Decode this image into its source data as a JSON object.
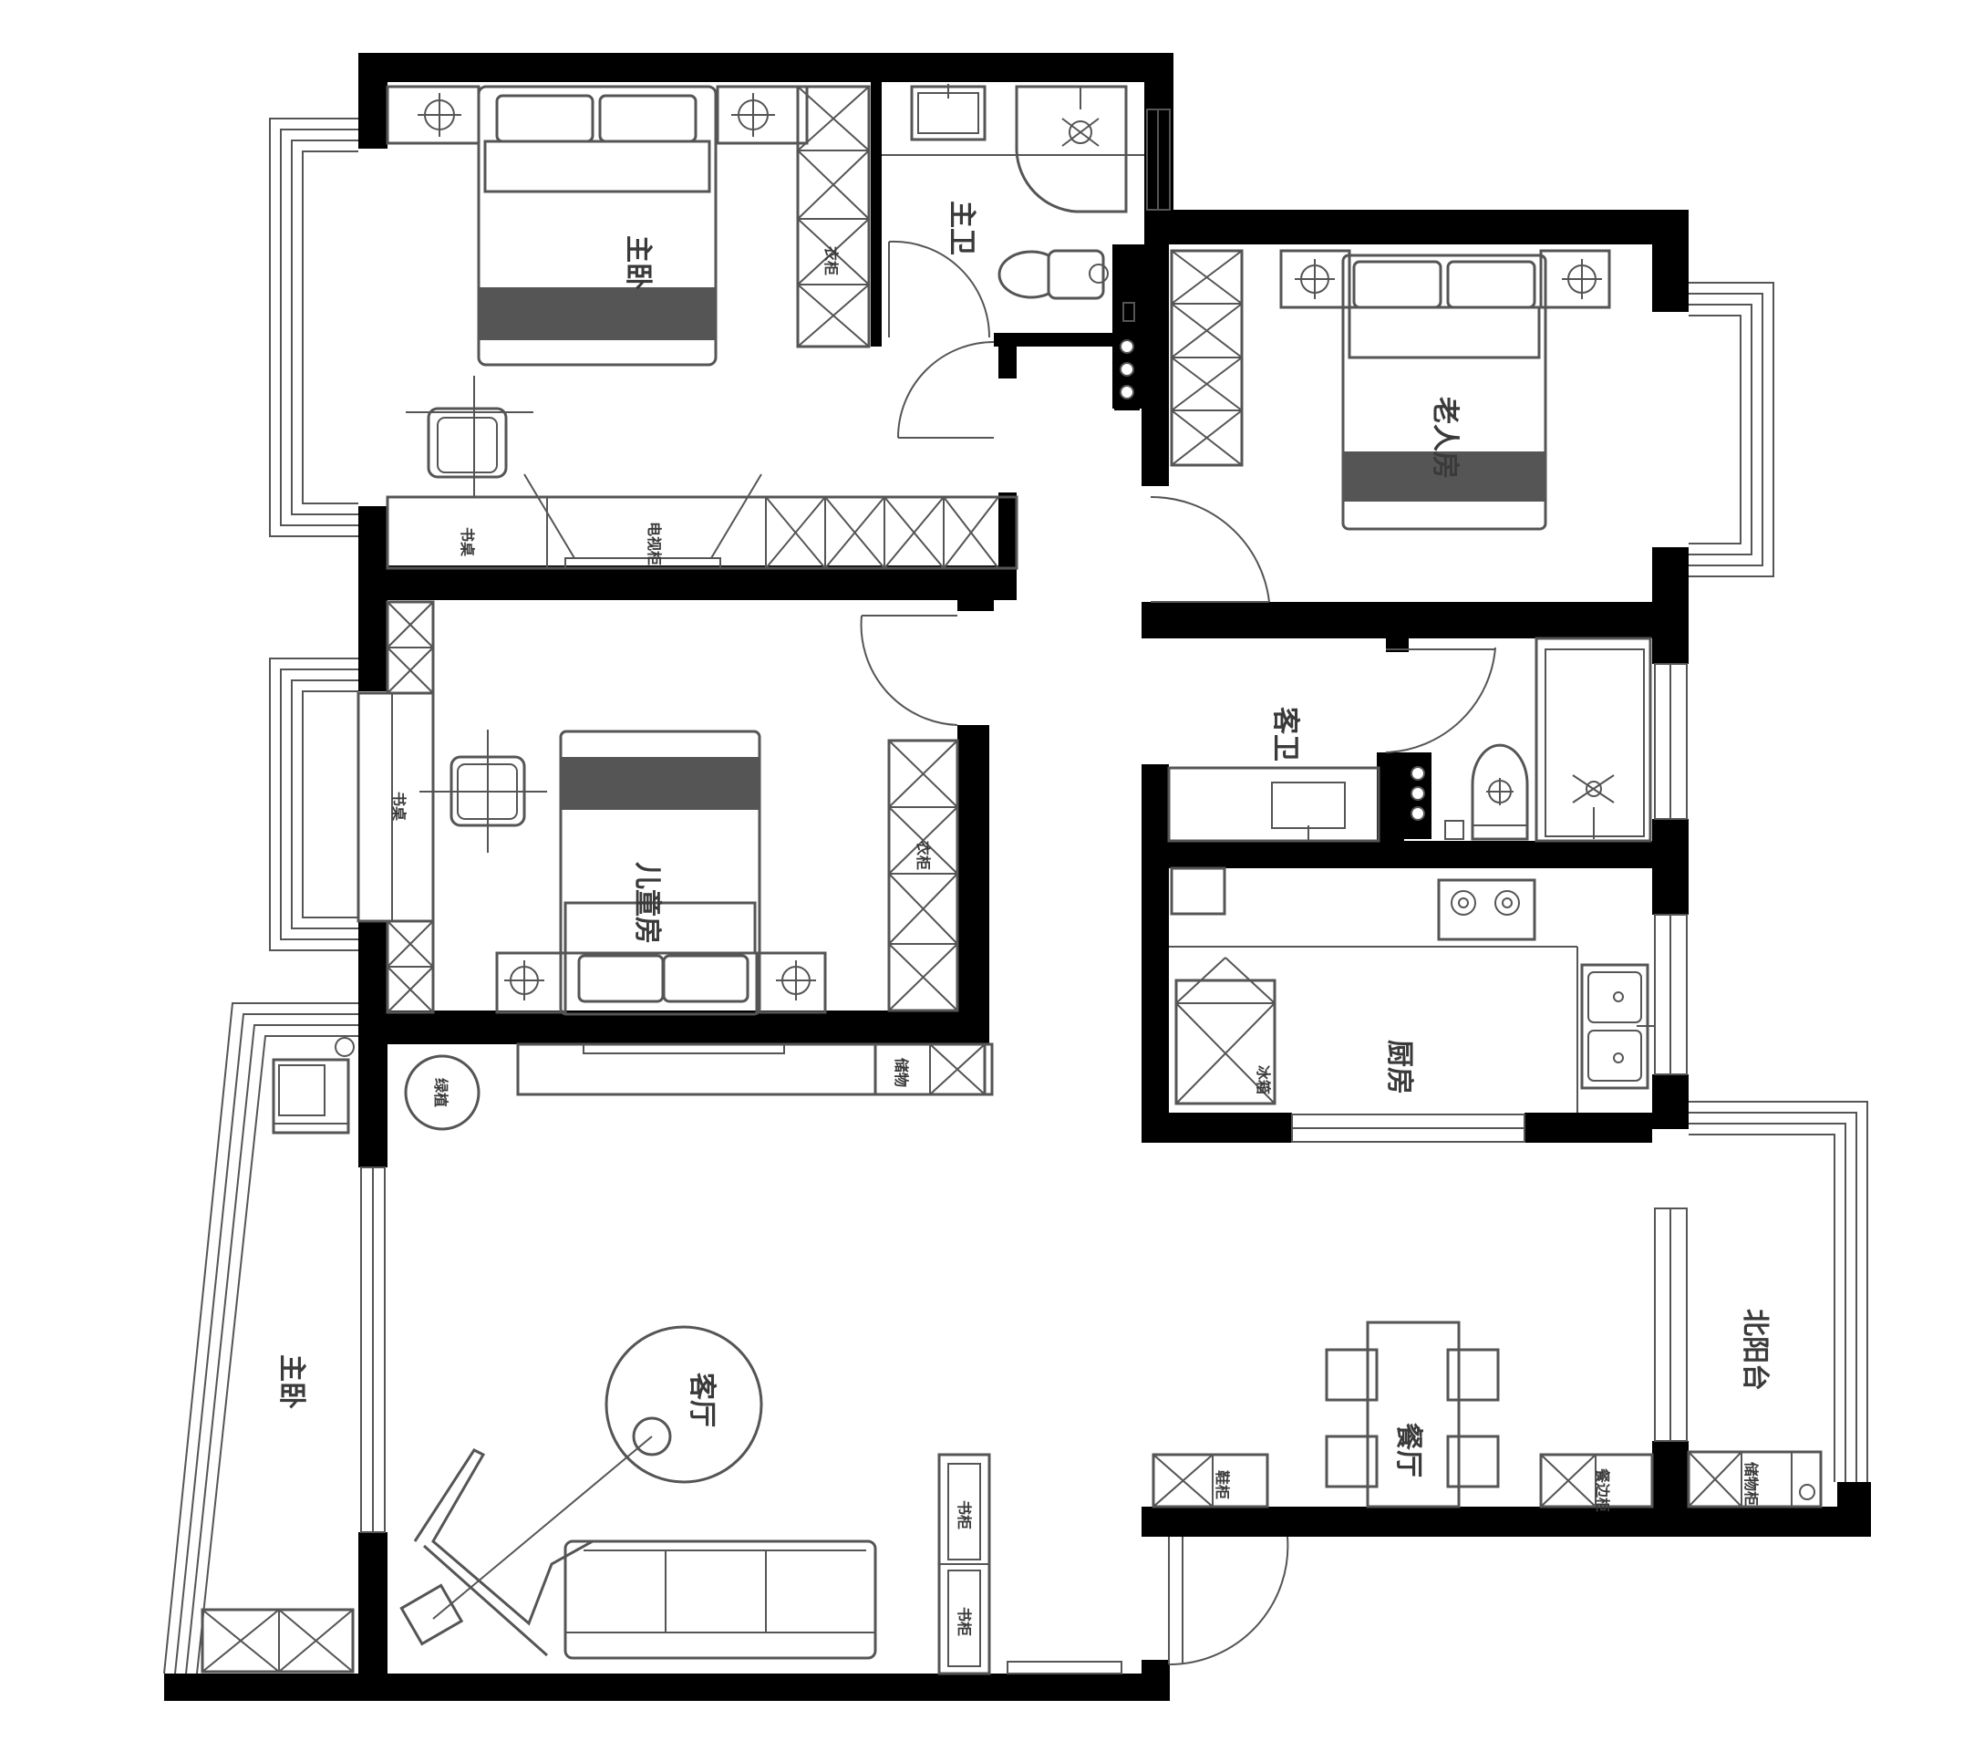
{
  "rooms": {
    "master_bedroom": "主卧",
    "master_bath": "主卫",
    "elder_room": "老人房",
    "guest_bath": "客卫",
    "kids_room": "儿童房",
    "kitchen": "厨房",
    "living_room": "客厅",
    "dining_room": "餐厅",
    "north_balcony": "北阳台",
    "south_balcony": "主卧"
  },
  "furniture": {
    "wardrobe": "衣柜",
    "desk": "书桌",
    "tv_cabinet": "电视柜",
    "desk_kids": "书桌",
    "wardrobe_kids": "衣柜",
    "plant": "绿植",
    "fridge": "冰箱",
    "shoe_cabinet": "鞋柜",
    "shelf": "储物",
    "cabinet_living_1": "书柜",
    "cabinet_living_2": "书柜",
    "cabinet_dining": "餐边柜",
    "cabinet_balcony": "储物柜"
  },
  "colors": {
    "wall": "#000000",
    "line": "#555555",
    "background": "#ffffff"
  }
}
